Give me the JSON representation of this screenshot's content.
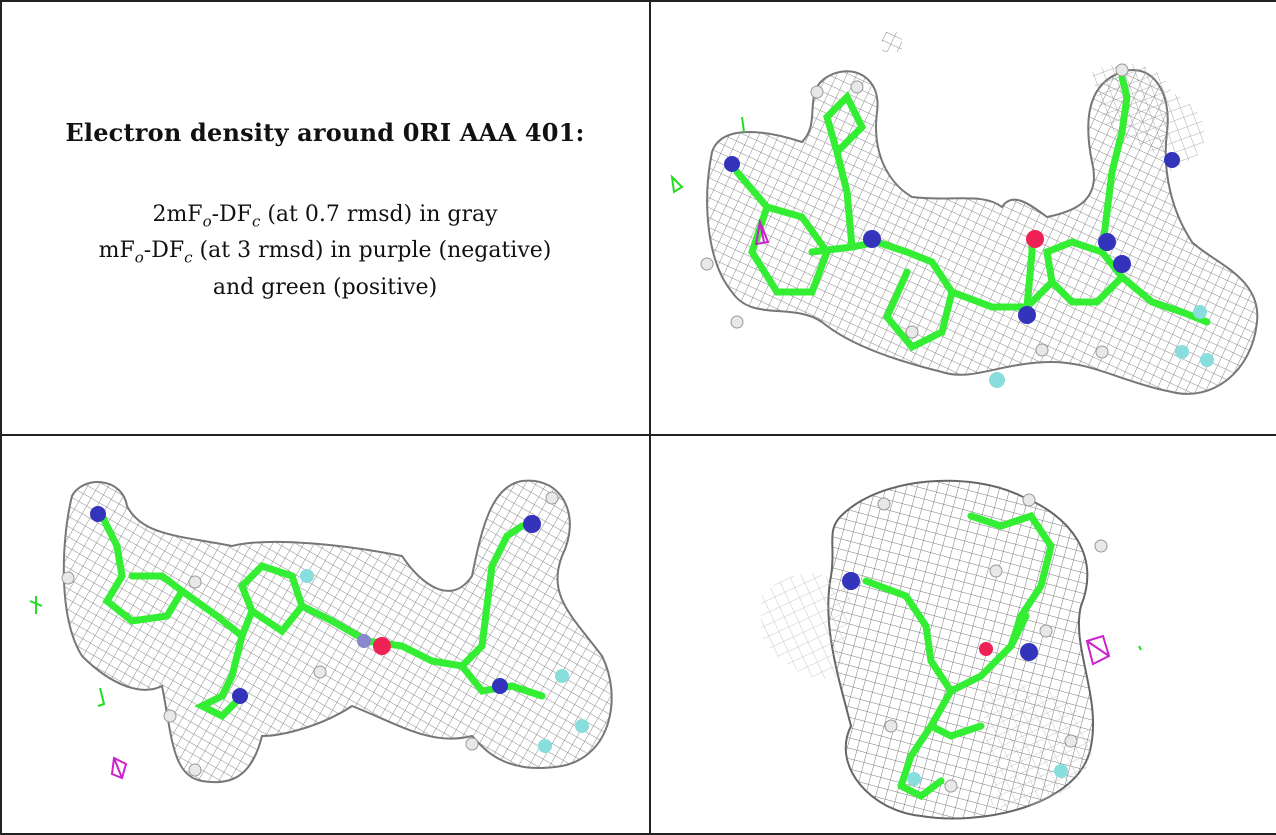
{
  "caption": {
    "title": "Electron density around 0RI AAA 401:",
    "line1_pre": "2mF",
    "line1_o": "o",
    "line1_mid": "-DF",
    "line1_c": "c",
    "line1_post": " (at 0.7 rmsd) in gray",
    "line2_pre": "mF",
    "line2_o": "o",
    "line2_mid": "-DF",
    "line2_c": "c",
    "line2_post": " (at 3 rmsd) in purple (negative)",
    "line3": "and green (positive)"
  },
  "colors": {
    "carbon": "#33ee33",
    "nitrogen": "#3333bb",
    "oxygen": "#ee2255",
    "fluorine": "#88dddd",
    "hydrogen": "#e8e8e8",
    "mesh_gray": "#8a8a8a",
    "mesh_purple": "#cc22cc",
    "mesh_green": "#22dd22",
    "grid_line": "#222222"
  },
  "views": [
    {
      "name": "view-top-right"
    },
    {
      "name": "view-bottom-left"
    },
    {
      "name": "view-bottom-right"
    }
  ]
}
